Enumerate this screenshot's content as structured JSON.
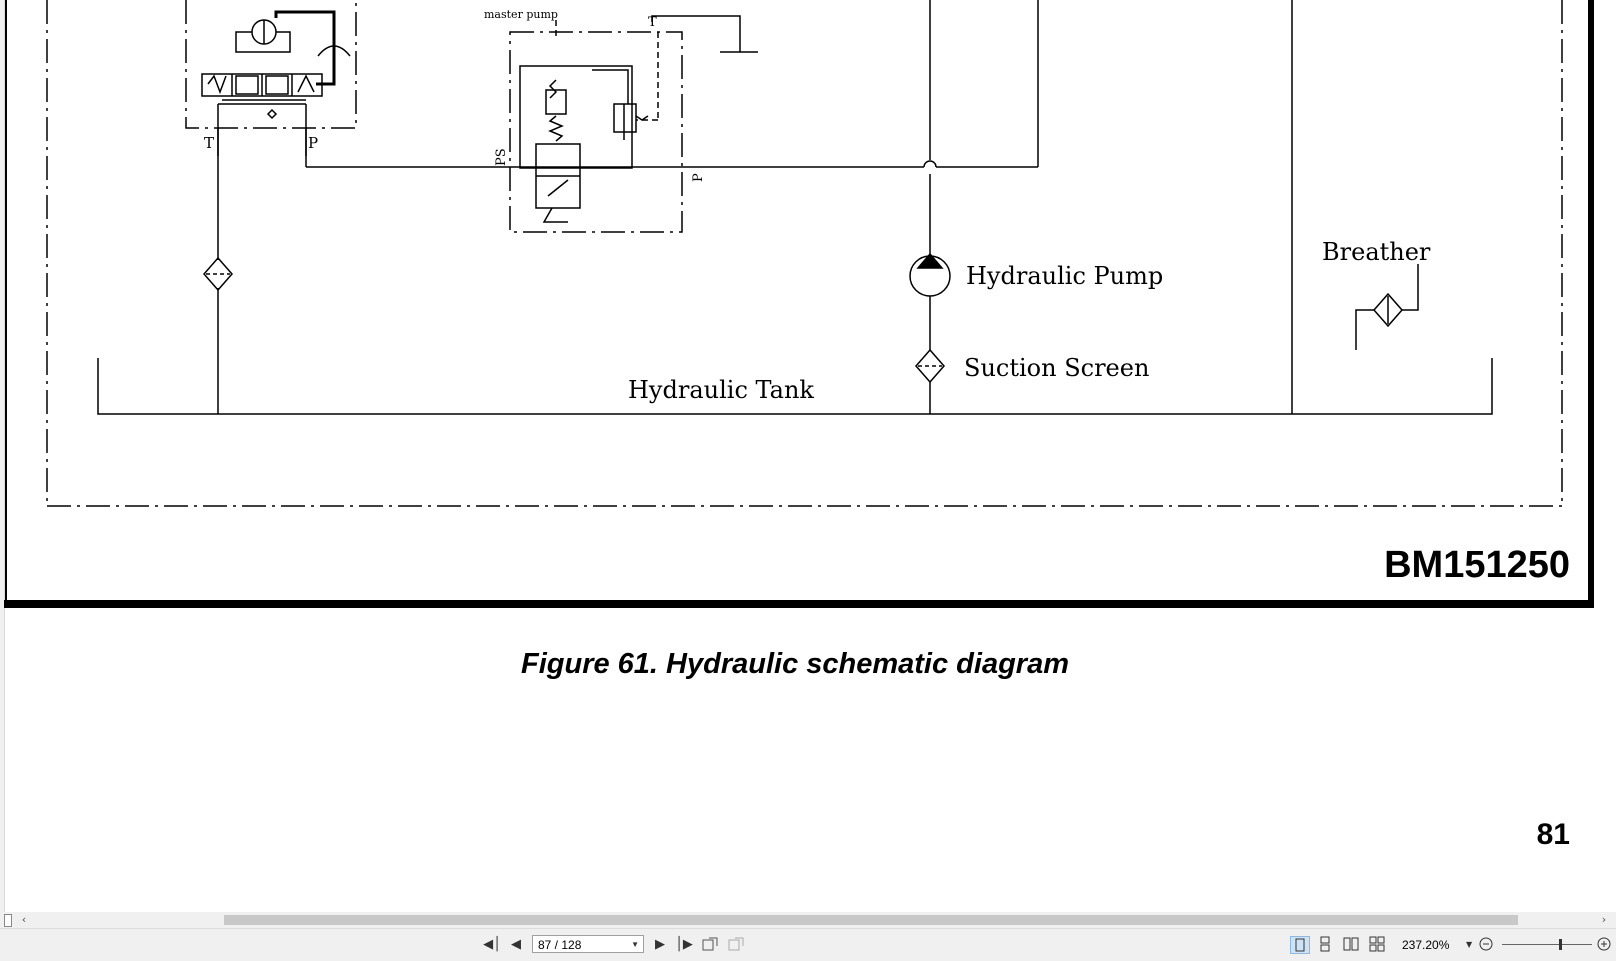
{
  "document": {
    "labels": {
      "master_pump": "master pump",
      "port_t_top": "T",
      "port_t_left": "T",
      "port_p_left": "P",
      "port_ps": "PS",
      "port_p_valve": "P",
      "hydraulic_pump": "Hydraulic Pump",
      "suction_screen": "Suction Screen",
      "hydraulic_tank": "Hydraulic Tank",
      "breather": "Breather"
    },
    "drawing_id": "BM151250",
    "caption": "Figure 61. Hydraulic schematic diagram",
    "page_number": "81"
  },
  "toolbar": {
    "page_indicator": "87 / 128",
    "zoom_value": "237.20%"
  },
  "colors": {
    "ink": "#000000",
    "chrome": "#f0f0f0",
    "scroll_thumb": "#c8c8c8",
    "active_view": "#cfe3f7"
  },
  "icons": {
    "first_page": "first-page-icon",
    "prev_page": "prev-page-icon",
    "next_page": "next-page-icon",
    "last_page": "last-page-icon",
    "single_page": "single-page-view-icon",
    "continuous": "continuous-view-icon",
    "facing": "facing-view-icon",
    "continuous_facing": "continuous-facing-view-icon",
    "zoom_out": "zoom-out-icon",
    "zoom_in": "zoom-in-icon"
  }
}
